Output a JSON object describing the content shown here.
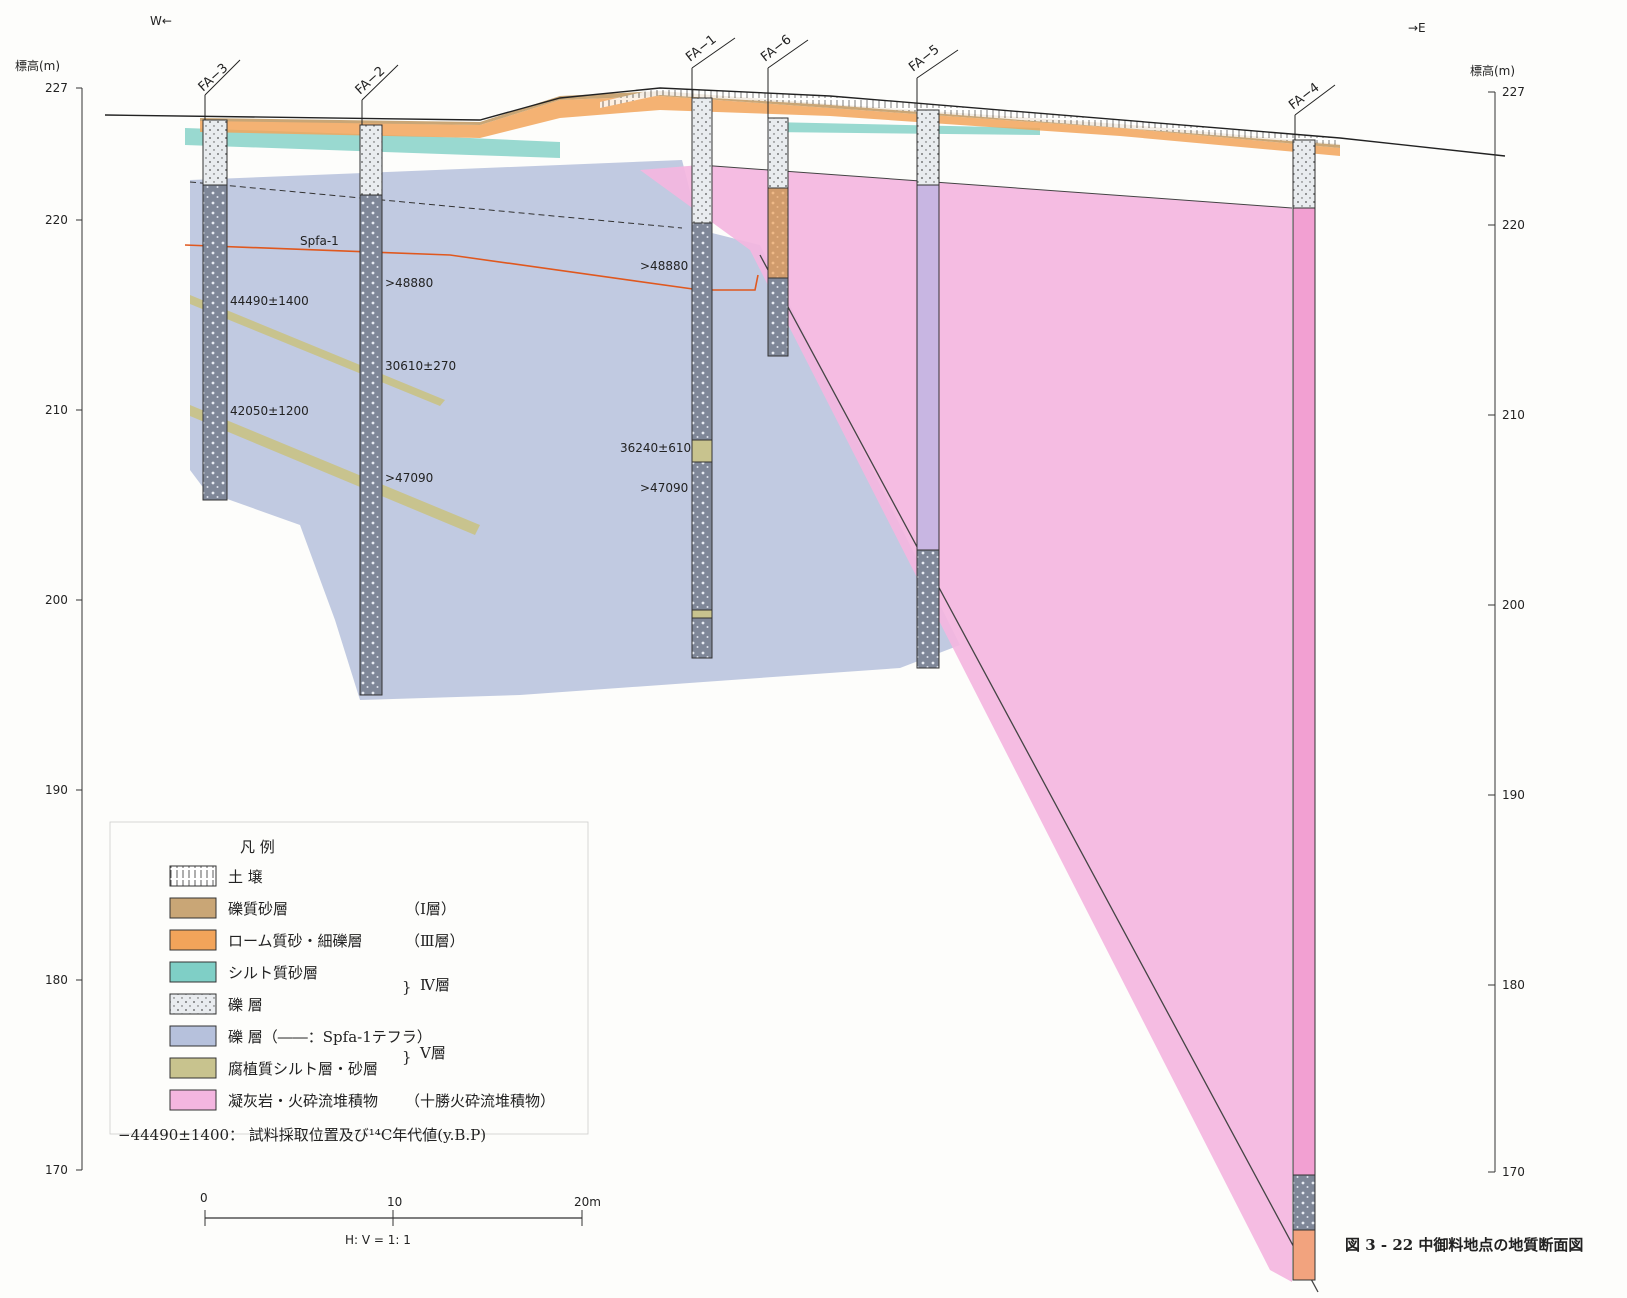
{
  "direction": {
    "west": "W←",
    "east": "→E"
  },
  "axis": {
    "label": "標高(m)",
    "ticks": [
      "227",
      "220",
      "210",
      "200",
      "190",
      "180",
      "170"
    ]
  },
  "boreholes": [
    "FA−3",
    "FA−2",
    "FA−1",
    "FA−6",
    "FA−5",
    "FA−4"
  ],
  "tephra_label": "Spfa-1",
  "ages": [
    ">48880",
    "44490±1400",
    "30610±270",
    "42050±1200",
    ">47090",
    ">48880",
    "36240±610",
    ">47090"
  ],
  "legend": {
    "title": "凡 例",
    "items": [
      {
        "label": "土 壌",
        "unit": ""
      },
      {
        "label": "礫質砂層",
        "unit": "（Ⅰ層）"
      },
      {
        "label": "ローム質砂・細礫層",
        "unit": "（Ⅲ層）"
      },
      {
        "label": "シルト質砂層",
        "unit": ""
      },
      {
        "label": "礫 層",
        "unit": ""
      },
      {
        "label": "礫 層（――：Spfa-1テフラ）",
        "unit": ""
      },
      {
        "label": "腐植質シルト層・砂層",
        "unit": ""
      },
      {
        "label": "凝灰岩・火砕流堆積物",
        "unit": "（十勝火砕流堆積物）"
      }
    ],
    "group_iv": "Ⅳ層",
    "group_v": "Ⅴ層",
    "sample_note": "−44490±1400： 試料採取位置及び¹⁴C年代値(y.B.P)",
    "sample_value": "−44490±1400："
  },
  "scale": {
    "ticks": [
      "0",
      "10",
      "20m"
    ],
    "ratio": "H: V = 1: 1"
  },
  "figure_caption": "図 3 - 22 中御料地点の地質断面図",
  "colors": {
    "gravel_blue": "#b6c1dc",
    "column_dark": "#7f8798",
    "tuff_pink": "#f4b6e0",
    "silt_green": "#7fcfc6",
    "loam_orange": "#f2a45a",
    "humic_olive": "#c8c38e",
    "tephra_red": "#e0581e"
  }
}
